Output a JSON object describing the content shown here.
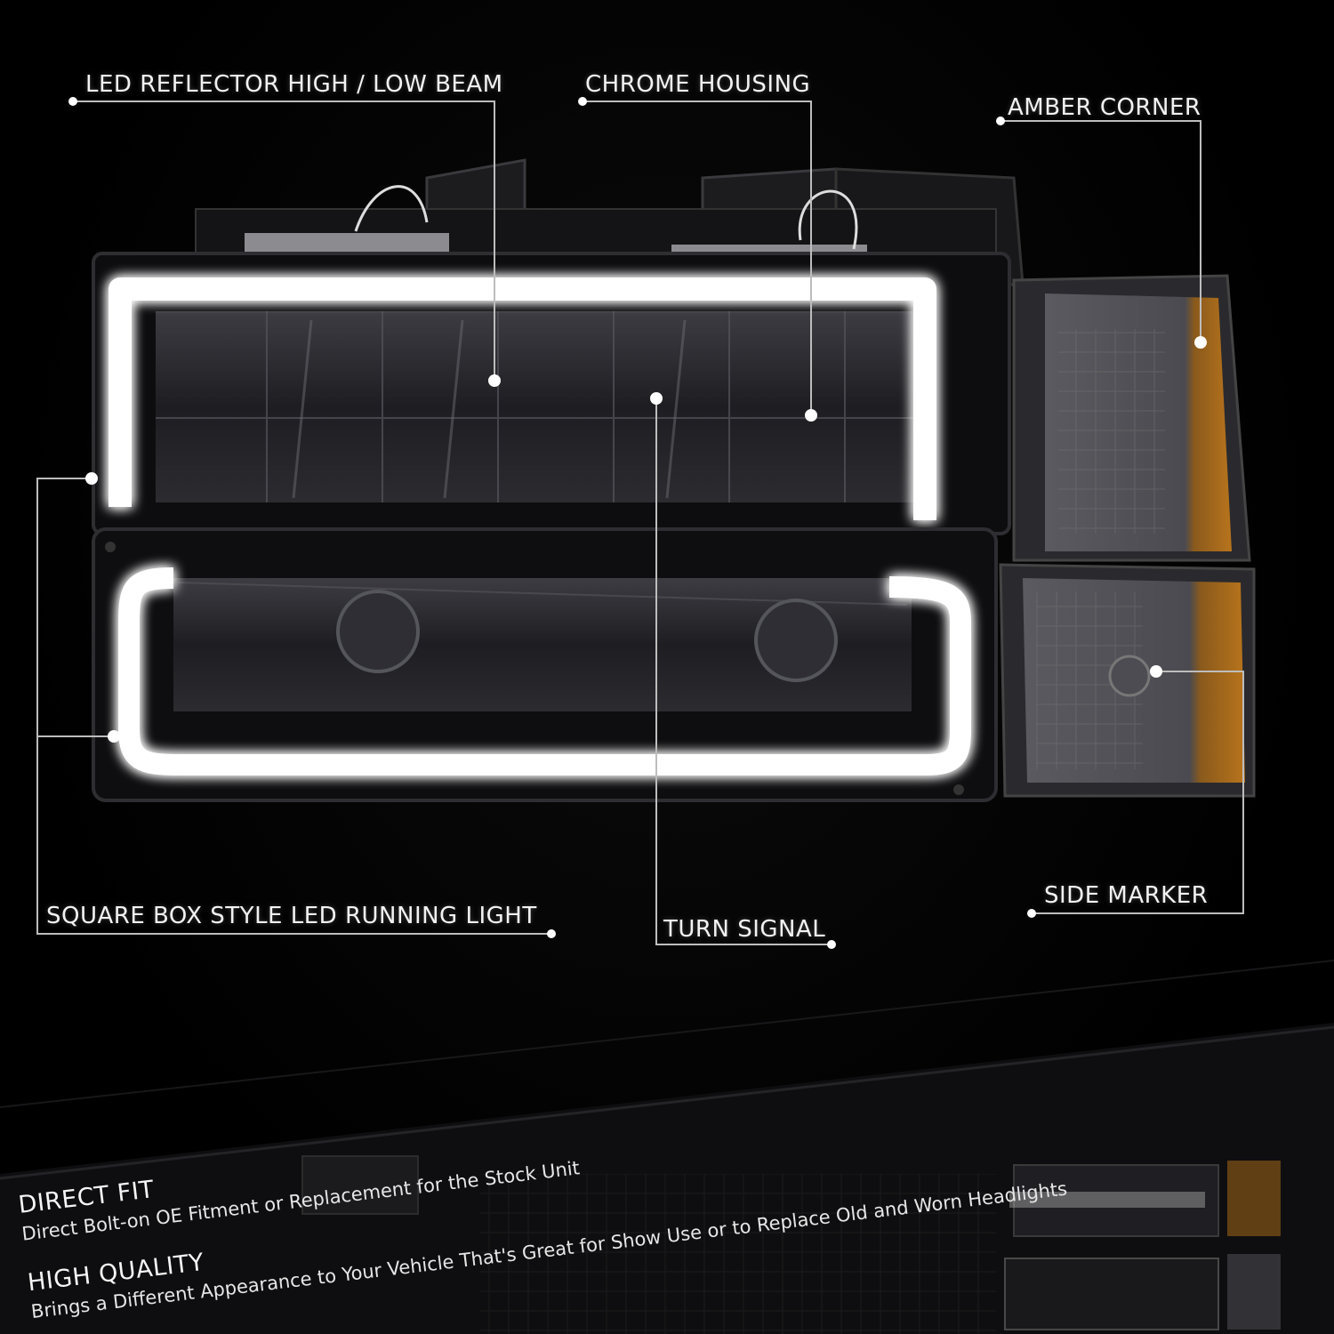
{
  "callouts": {
    "led_reflector": "LED REFLECTOR HIGH / LOW BEAM",
    "chrome_housing": "CHROME HOUSING",
    "amber_corner": "AMBER CORNER",
    "running_light": "SQUARE BOX STYLE LED RUNNING LIGHT",
    "turn_signal": "TURN SIGNAL",
    "side_marker": "SIDE MARKER"
  },
  "features": [
    {
      "title": "DIRECT FIT",
      "description": "Direct Bolt-on OE Fitment or Replacement for the Stock Unit"
    },
    {
      "title": "HIGH QUALITY",
      "description": "Brings a Different Appearance to Your Vehicle That's Great for Show Use or to Replace Old and Worn Headlights"
    }
  ],
  "colors": {
    "background": "#000000",
    "amber": "#b8741c",
    "led_glow": "#ffffff",
    "smoke_lens": "#2a2a2e"
  }
}
